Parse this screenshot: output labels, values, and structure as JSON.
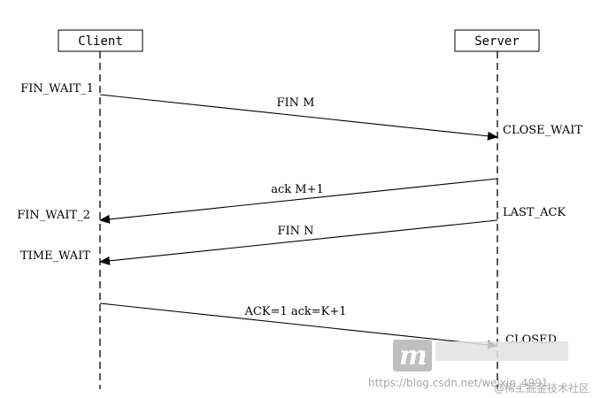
{
  "participants": {
    "client": "Client",
    "server": "Server"
  },
  "states": {
    "client": [
      "FIN_WAIT_1",
      "FIN_WAIT_2",
      "TIME_WAIT"
    ],
    "server": [
      "CLOSE_WAIT",
      "LAST_ACK",
      "CLOSED"
    ]
  },
  "messages": [
    {
      "from": "client",
      "to": "server",
      "label": "FIN M"
    },
    {
      "from": "server",
      "to": "client",
      "label": "ack M+1"
    },
    {
      "from": "server",
      "to": "client",
      "label": "FIN N"
    },
    {
      "from": "client",
      "to": "server",
      "label": "ACK=1 ack=K+1"
    }
  ],
  "watermark": {
    "url": "https://blog.csdn.net/weixin_4991",
    "community": "@稀土掘金技术社区"
  },
  "colors": {
    "line": "#000000",
    "background": "#ffffff",
    "watermark_text": "#9a9a9a",
    "watermark_logo": "#b4b4b4"
  }
}
